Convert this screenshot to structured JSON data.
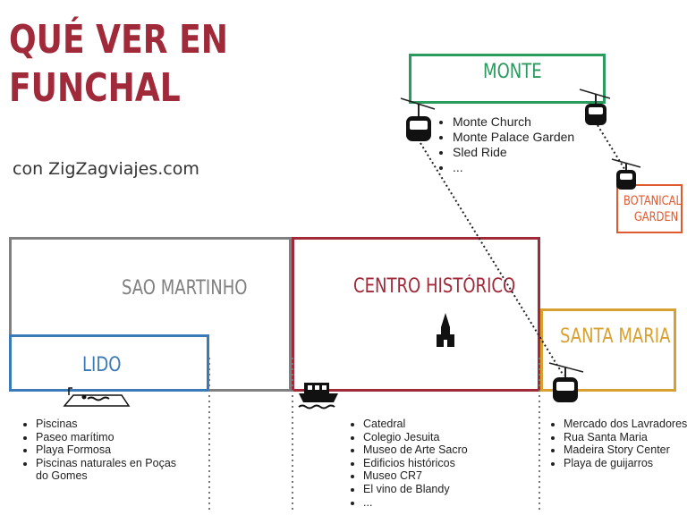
{
  "title_line1": "QUÉ VER EN",
  "title_line2": "FUNCHAL",
  "subtitle": "con ZigZagviajes.com",
  "colors": {
    "title": "#a02a3a",
    "monte": "#2a9a5e",
    "botanical": "#e05a30",
    "sao_martinho": "#808080",
    "lido": "#3a7ab8",
    "centro": "#a02a3a",
    "santa_maria": "#d8a030"
  },
  "areas": {
    "monte": {
      "label": "MONTE",
      "items": [
        "Monte Church",
        "Monte Palace Garden",
        "Sled Ride",
        "..."
      ]
    },
    "botanical": {
      "label_line1": "BOTANICAL",
      "label_line2": "GARDEN"
    },
    "sao_martinho": {
      "label": "SAO MARTINHO"
    },
    "lido": {
      "label": "LIDO",
      "items": [
        "Piscinas",
        "Paseo marítimo",
        "Playa Formosa",
        "Piscinas naturales en Poças do Gomes"
      ]
    },
    "centro": {
      "label": "CENTRO HISTÓRICO",
      "items": [
        "Catedral",
        "Colegio Jesuita",
        "Museo de Arte Sacro",
        "Edificios históricos",
        "Museo CR7",
        "El vino de Blandy",
        "..."
      ]
    },
    "santa_maria": {
      "label": "SANTA MARIA",
      "items": [
        "Mercado dos Lavradores",
        "Rua Santa Maria",
        "Madeira Story Center",
        "Playa de guijarros"
      ]
    }
  },
  "icons": [
    "cable-car-icon",
    "church-icon",
    "ferry-boat-icon",
    "swimming-pool-icon"
  ]
}
